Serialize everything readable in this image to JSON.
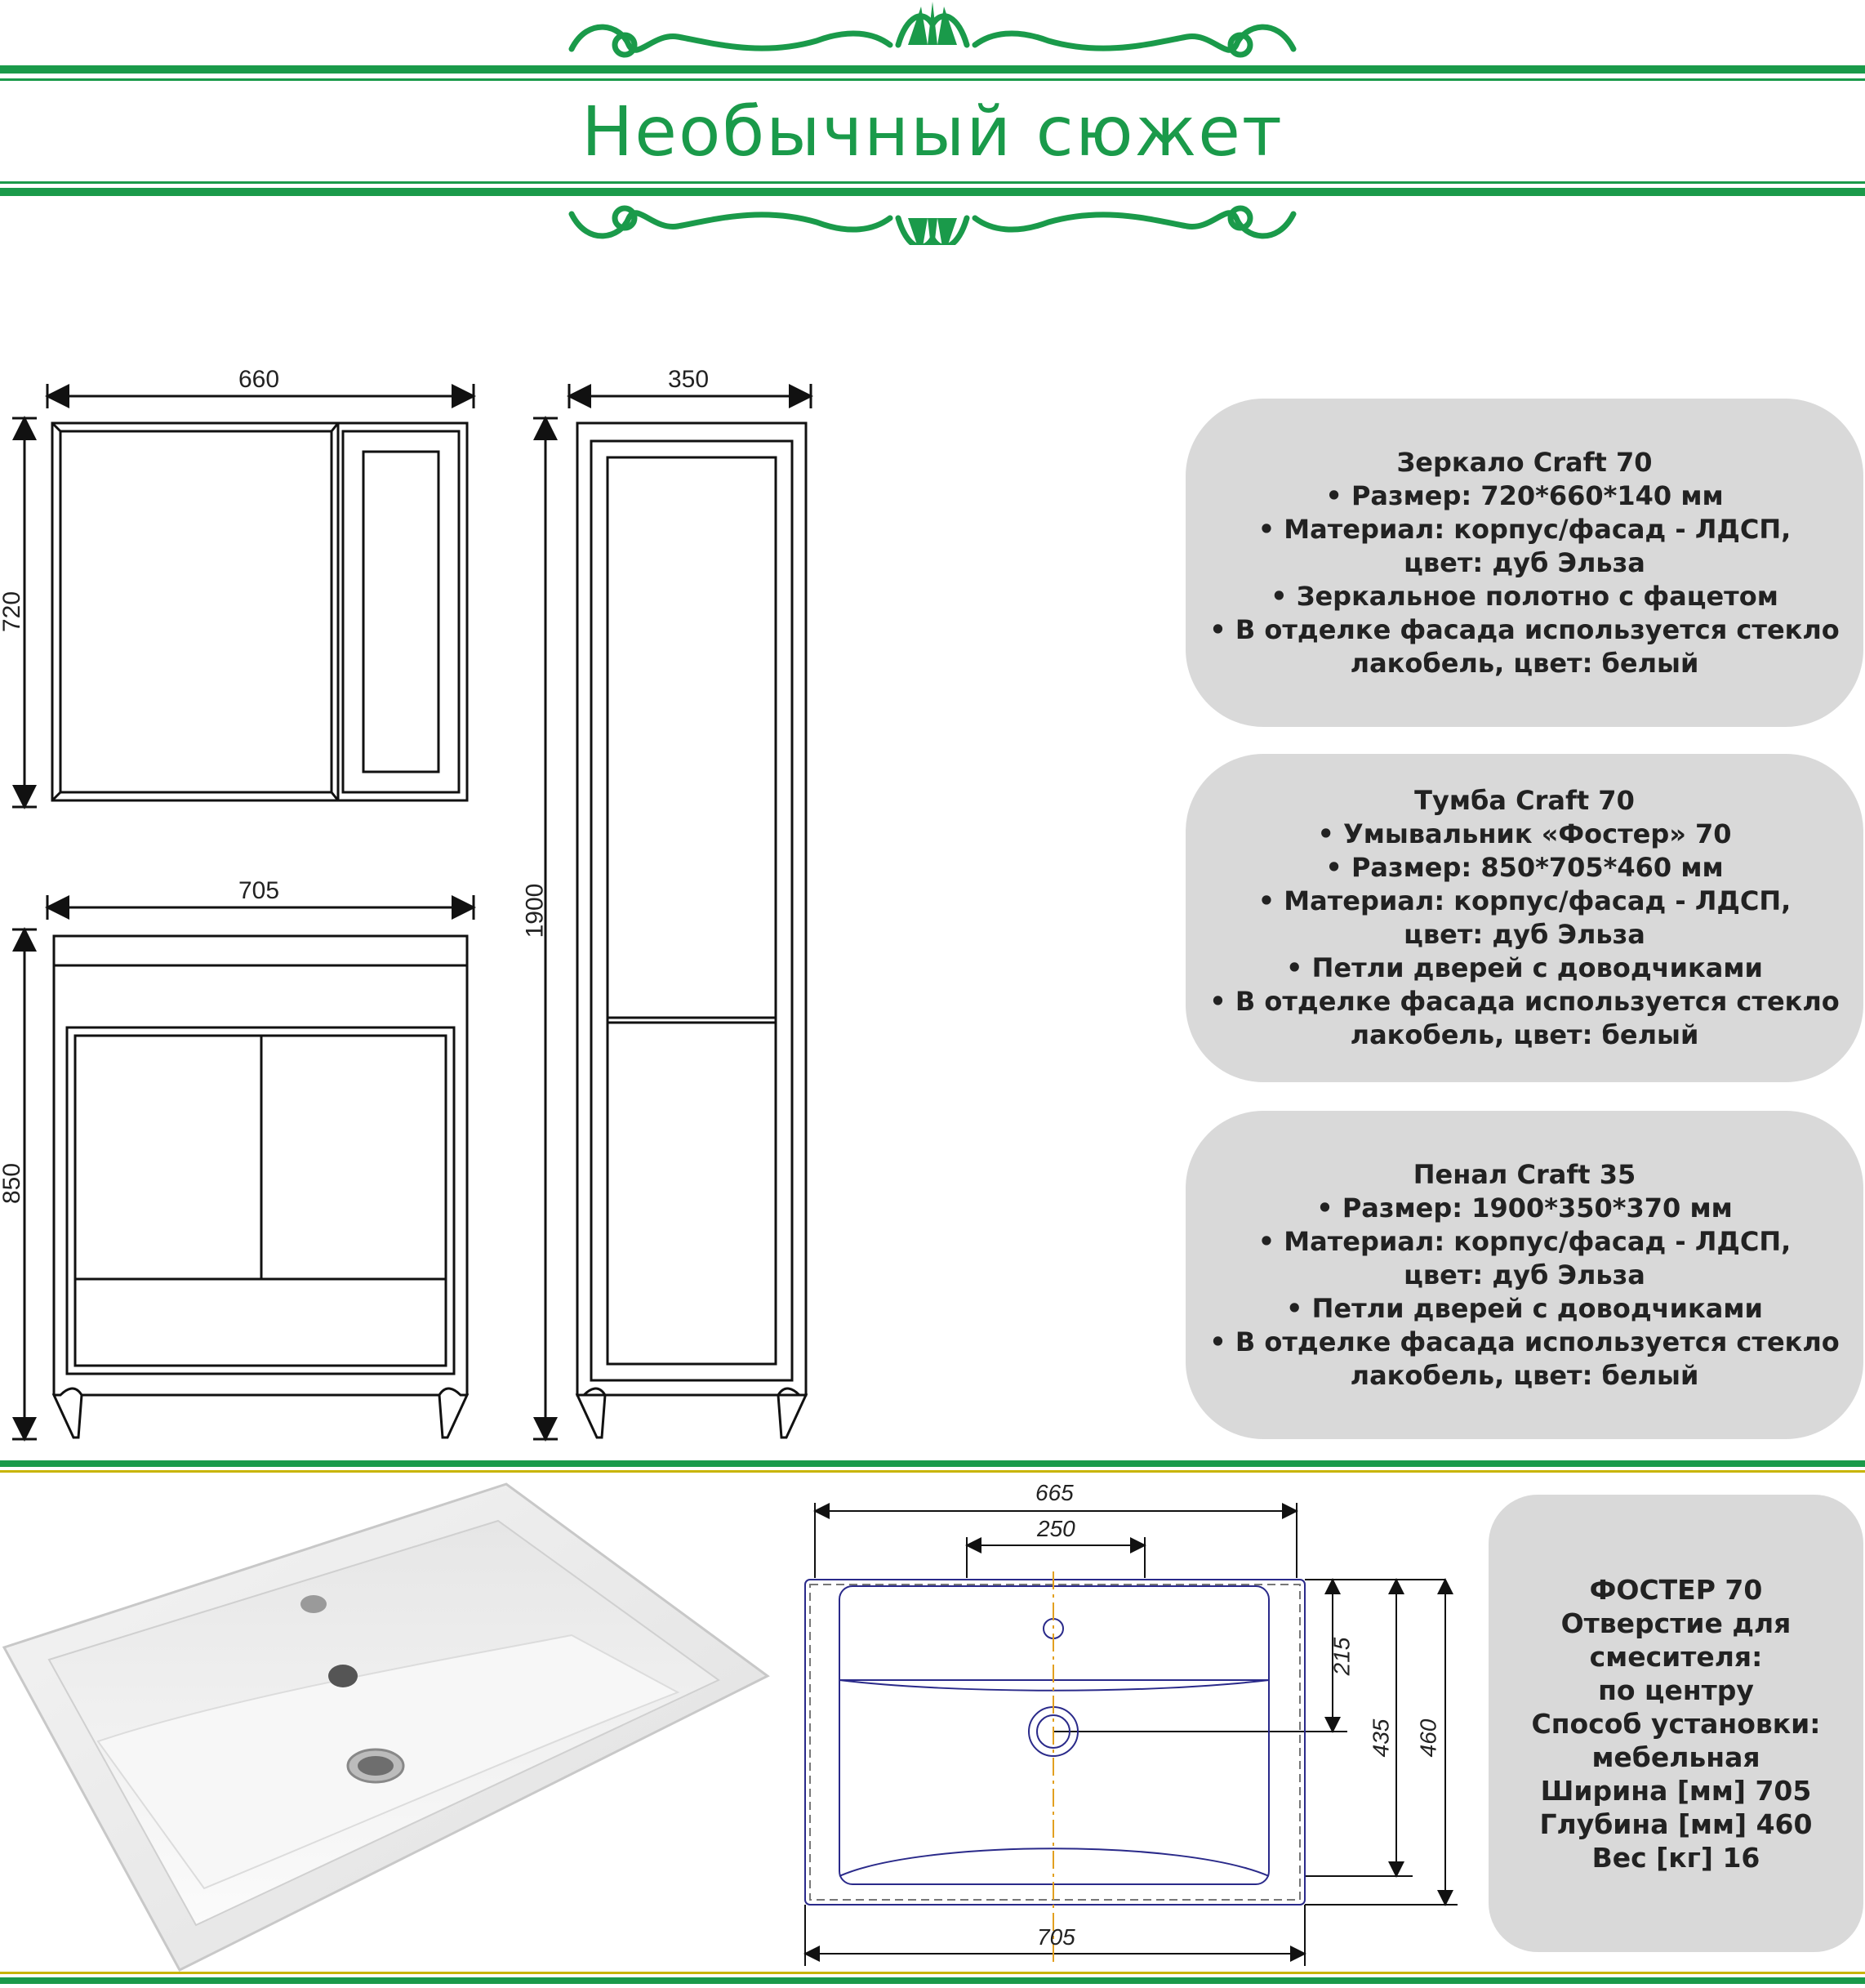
{
  "page": {
    "title": "Необычный сюжет"
  },
  "drawings": {
    "mirror": {
      "width": "660",
      "height": "720"
    },
    "vanity": {
      "width": "705",
      "height": "850"
    },
    "pencil": {
      "width": "350",
      "height": "1900"
    }
  },
  "cards": {
    "mirror": {
      "lines": [
        "Зеркало Craft 70",
        "• Размер: 720*660*140 мм",
        "• Материал: корпус/фасад - ЛДСП,",
        "цвет: дуб Эльза",
        "• Зеркальное полотно с фацетом",
        "• В отделке фасада используется стекло",
        "лакобель, цвет: белый"
      ]
    },
    "vanity": {
      "lines": [
        "Тумба Craft 70",
        "• Умывальник «Фостер» 70",
        "• Размер: 850*705*460 мм",
        "• Материал: корпус/фасад - ЛДСП,",
        "цвет: дуб Эльза",
        "• Петли дверей с доводчиками",
        "• В отделке фасада используется стекло",
        "лакобель, цвет: белый"
      ]
    },
    "pencil": {
      "lines": [
        "Пенал Craft 35",
        "• Размер: 1900*350*370 мм",
        "• Материал: корпус/фасад - ЛДСП,",
        "цвет: дуб Эльза",
        "• Петли дверей с доводчиками",
        "• В отделке фасада используется стекло",
        "лакобель, цвет: белый"
      ]
    },
    "basin": {
      "lines": [
        "ФОСТЕР 70",
        "Отверстие для",
        "смесителя:",
        "по центру",
        "Способ установки:",
        "мебельная",
        "Ширина [мм] 705",
        "Глубина [мм] 460",
        "Вес [кг] 16"
      ]
    }
  },
  "basin_drawing": {
    "total_width": "665",
    "hole_span": "250",
    "bottom_width": "705",
    "dim_215": "215",
    "dim_435": "435",
    "dim_460": "460"
  },
  "colors": {
    "brand_green": "#1a9a4a",
    "card_gray": "#d9d9d9",
    "divider_yellow": "#c8b400"
  }
}
